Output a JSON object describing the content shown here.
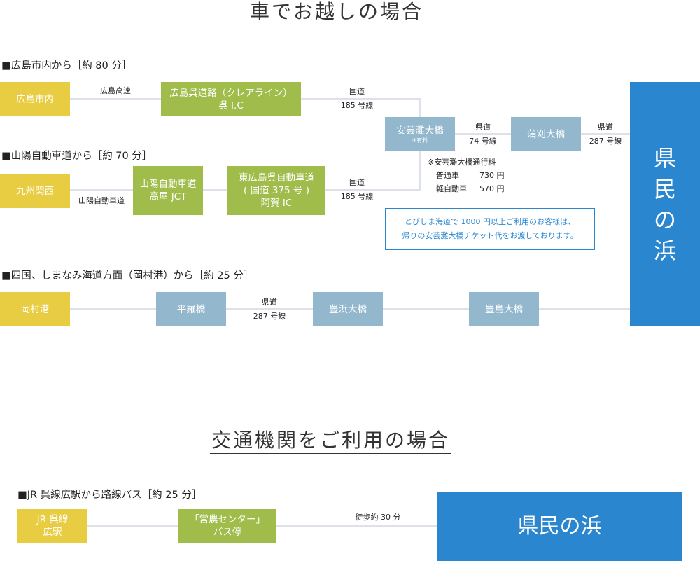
{
  "car_section": {
    "title": "車でお越しの場合",
    "route1": {
      "heading": "■広島市内から［約 80 分］",
      "start": "広島市内",
      "road1": "広島高速",
      "ic": "広島呉道路（クレアライン）\n呉 I.C",
      "road2a": "国道",
      "road2b": "185 号線"
    },
    "route2": {
      "heading": "■山陽自動車道から［約 70 分］",
      "start": "九州関西",
      "road1": "山陽自動車道",
      "jct": "山陽自動車道\n高屋 JCT",
      "ic": "東広島呉自動車道\n( 国道 375 号 )\n阿賀 IC",
      "road2a": "国道",
      "road2b": "185 号線"
    },
    "bridge": {
      "name": "安芸灘大橋",
      "paid": "※有料",
      "road_a": "県道",
      "road_b": "74 号線",
      "next": "蒲刈大橋",
      "road2_a": "県道",
      "road2_b": "287 号線"
    },
    "toll": {
      "title": "※安芸灘大橋通行料",
      "rows": [
        {
          "type": "普通車",
          "price": "730 円"
        },
        {
          "type": "軽自動車",
          "price": "570 円"
        }
      ]
    },
    "notice": "とびしま海道で 1000 円以上ご利用のお客様は、\n帰りの安芸灘大橋チケット代をお渡しております。",
    "route3": {
      "heading": "■四国、しまなみ海道方面（岡村港）から［約 25 分］",
      "start": "岡村港",
      "b1": "平羅橋",
      "road_a": "県道",
      "road_b": "287 号線",
      "b2": "豊浜大橋",
      "b3": "豊島大橋"
    },
    "destination": "県\n民\nの\n浜"
  },
  "transit_section": {
    "title": "交通機関をご利用の場合",
    "heading": "■JR 呉線広駅から路線バス［約 25 分］",
    "start": "JR 呉線\n広駅",
    "stop": "「営農センター」\nバス停",
    "walk": "徒歩約 30 分",
    "destination": "県民の浜"
  },
  "colors": {
    "start": "#e8cd43",
    "expressway": "#a0bd4c",
    "bridge": "#93b8cd",
    "destination": "#2a86cf",
    "connector": "#dde1e8"
  }
}
